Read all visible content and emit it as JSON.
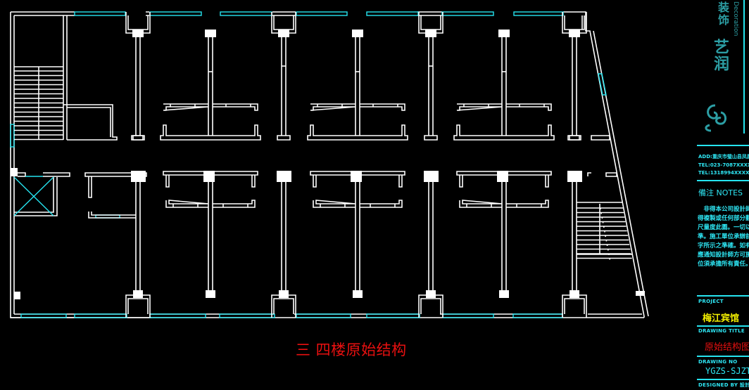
{
  "plan": {
    "title": "三 四楼原始结构",
    "title_color": "#e81010",
    "wall_color": "#ffffff",
    "window_color": "#26e4f0"
  },
  "title_block": {
    "logo_text": "艺润",
    "logo_subtitle": "Decoration",
    "logo_tagline": "装饰",
    "address": "ADD:重庆市璧山县凤凰",
    "tel1": "TEL:023-7087XXXX",
    "tel2": "TEL:1318994XXXX",
    "notes_title": "備注 NOTES",
    "notes_lines": [
      "　非得本公司設計師",
      "得複製或任何部分翻",
      "尺量度此圖。一切以",
      "準。施工單位承辦前",
      "字所示之準確。如有",
      "應通知設計師方可施",
      "位須承擔所有責任。"
    ],
    "project_label": "PROJECT",
    "project_name": "梅江宾馆",
    "drawing_title_label": "DRAWING TITLE",
    "drawing_title": "原始结构图",
    "drawing_no_label": "DRAWING NO",
    "drawing_no": "YGZS-SJZT-",
    "designed_by_label": "DESIGNED BY 設計"
  }
}
